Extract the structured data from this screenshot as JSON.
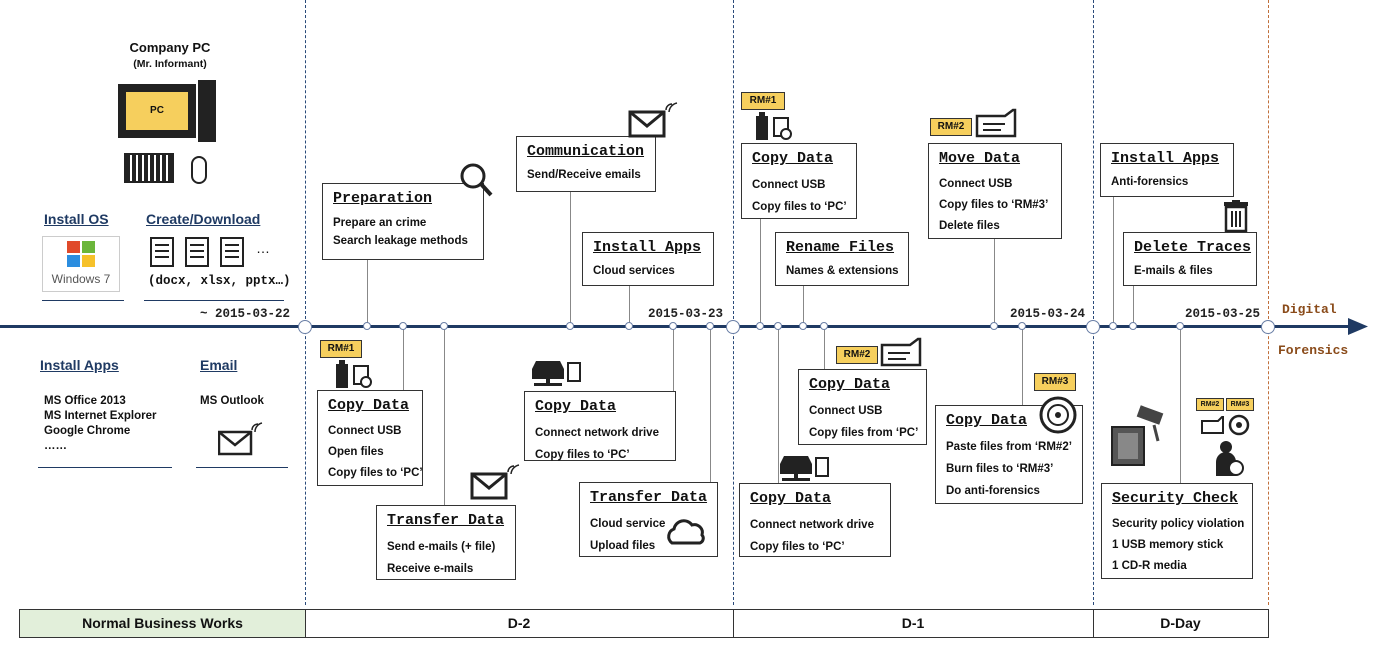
{
  "company_pc": {
    "title": "Company PC",
    "subtitle": "(Mr. Informant)",
    "screen_label": "PC"
  },
  "normal": {
    "install_os": {
      "title": "Install OS",
      "logo_text": "Windows 7"
    },
    "create_download": {
      "title": "Create/Download",
      "ellipsis": "…",
      "formats": "(docx, xlsx, pptx…)"
    },
    "install_apps": {
      "title": "Install Apps",
      "items": [
        "MS Office 2013",
        "MS Internet Explorer",
        "Google Chrome",
        "……"
      ]
    },
    "email": {
      "title": "Email",
      "items": [
        "MS Outlook"
      ]
    },
    "date": "~ 2015-03-22"
  },
  "d2": {
    "preparation": {
      "title": "Preparation",
      "items": [
        "Prepare an crime",
        "Search leakage methods"
      ]
    },
    "communication": {
      "title": "Communication",
      "items": [
        "Send/Receive emails"
      ]
    },
    "install_apps": {
      "title": "Install Apps",
      "items": [
        "Cloud services"
      ]
    },
    "copy_usb": {
      "tag": "RM#1",
      "title": "Copy Data",
      "items": [
        "Connect USB",
        "Open files",
        "Copy files to ‘PC’"
      ]
    },
    "transfer_email": {
      "title": "Transfer Data",
      "items": [
        "Send e-mails (+ file)",
        "Receive e-mails"
      ]
    },
    "copy_net": {
      "title": "Copy Data",
      "items": [
        "Connect network drive",
        "Copy files to ‘PC’"
      ]
    },
    "transfer_cloud": {
      "title": "Transfer Data",
      "items": [
        "Cloud service",
        "Upload files"
      ]
    },
    "date": "2015-03-23"
  },
  "d1": {
    "copy_usb": {
      "tag": "RM#1",
      "title": "Copy Data",
      "items": [
        "Connect USB",
        "Copy files to ‘PC’"
      ]
    },
    "rename": {
      "title": "Rename Files",
      "items": [
        "Names & extensions"
      ]
    },
    "move": {
      "tag": "RM#2",
      "title": "Move Data",
      "items": [
        "Connect USB",
        "Copy files to ‘RM#3’",
        "Delete files"
      ]
    },
    "copy_rm2": {
      "tag": "RM#2",
      "title": "Copy Data",
      "items": [
        "Connect USB",
        "Copy files from ‘PC’"
      ]
    },
    "copy_net": {
      "title": "Copy Data",
      "items": [
        "Connect network drive",
        "Copy files to ‘PC’"
      ]
    },
    "copy_burn": {
      "tag": "RM#3",
      "title": "Copy Data",
      "items": [
        "Paste files from ‘RM#2’",
        "Burn files to ‘RM#3’",
        "Do anti-forensics"
      ]
    },
    "date": "2015-03-24"
  },
  "dday": {
    "install_apps": {
      "title": "Install Apps",
      "items": [
        "Anti-forensics"
      ]
    },
    "delete": {
      "title": "Delete Traces",
      "items": [
        "E-mails & files"
      ]
    },
    "security": {
      "title": "Security Check",
      "items": [
        "Security policy violation",
        "1 USB memory stick",
        "1 CD-R media"
      ]
    },
    "tags": [
      "RM#2",
      "RM#3"
    ],
    "date": "2015-03-25"
  },
  "digital_forensics": {
    "line1": "Digital",
    "line2": "Forensics"
  },
  "phases": [
    "Normal Business Works",
    "D-2",
    "D-1",
    "D-Day"
  ],
  "colors": {
    "timeline": "#1f3a63",
    "tag": "#f6cf5d",
    "phase_normal": "#e2efda",
    "forensic_line": "#c0703c",
    "forensic_text": "#8a4b1a"
  }
}
